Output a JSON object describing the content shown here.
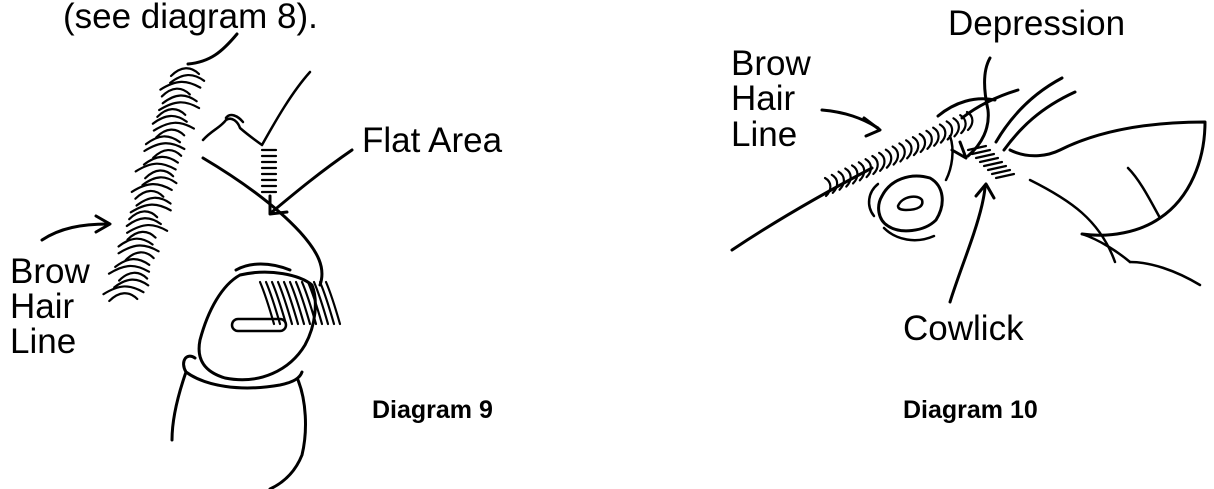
{
  "diagram9": {
    "note_fragment": "(see diagram 8).",
    "label_flat_area": "Flat Area",
    "label_brow": [
      "Brow",
      "Hair",
      "Line"
    ],
    "caption": "Diagram 9"
  },
  "diagram10": {
    "label_depression": "Depression",
    "label_brow": [
      "Brow",
      "Hair",
      "Line"
    ],
    "label_cowlick": "Cowlick",
    "caption": "Diagram 10"
  }
}
